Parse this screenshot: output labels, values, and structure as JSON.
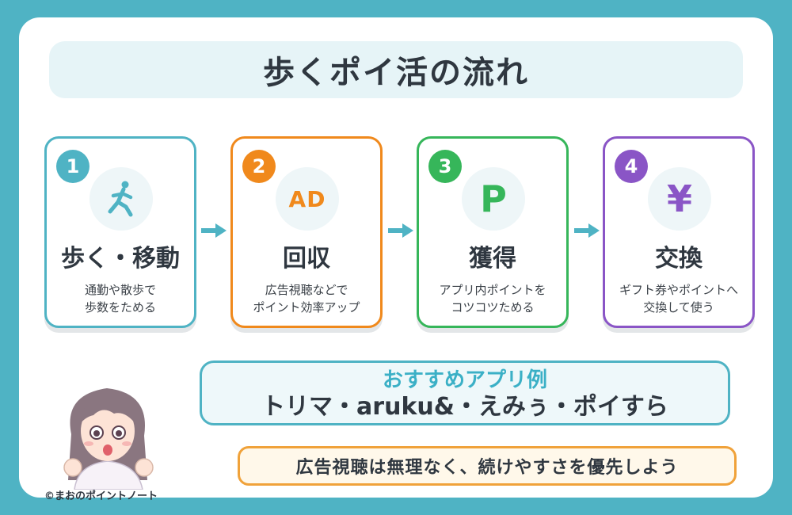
{
  "title": "歩くポイ活の流れ",
  "steps": [
    {
      "number": "1",
      "icon": "walking-person-icon",
      "icon_text": "",
      "title": "歩く・移動",
      "desc_lines": [
        "通勤や散歩で",
        "歩数をためる"
      ],
      "color": "#4fb3c4"
    },
    {
      "number": "2",
      "icon": "ad-icon",
      "icon_text": "AD",
      "title": "回収",
      "desc_lines": [
        "広告視聴などで",
        "ポイント効率アップ"
      ],
      "color": "#f0891c"
    },
    {
      "number": "3",
      "icon": "point-p-icon",
      "icon_text": "P",
      "title": "獲得",
      "desc_lines": [
        "アプリ内ポイントを",
        "コツコツためる"
      ],
      "color": "#36b65a"
    },
    {
      "number": "4",
      "icon": "yen-icon",
      "icon_text": "¥",
      "title": "交換",
      "desc_lines": [
        "ギフト券やポイントへ",
        "交換して使う"
      ],
      "color": "#8a55c6"
    }
  ],
  "recommendation": {
    "heading": "おすすめアプリ例",
    "apps": "トリマ・aruku&・えみぅ・ポイすら"
  },
  "tip": "広告視聴は無理なく、続けやすさを優先しよう",
  "credit": "©まおのポイントノート",
  "colors": {
    "background": "#4fb3c4",
    "title_bar": "#e6f4f7",
    "accent_teal": "#4fb3c4",
    "accent_orange": "#f0891c",
    "accent_green": "#36b65a",
    "accent_purple": "#8a55c6",
    "text_dark": "#2f3740"
  }
}
